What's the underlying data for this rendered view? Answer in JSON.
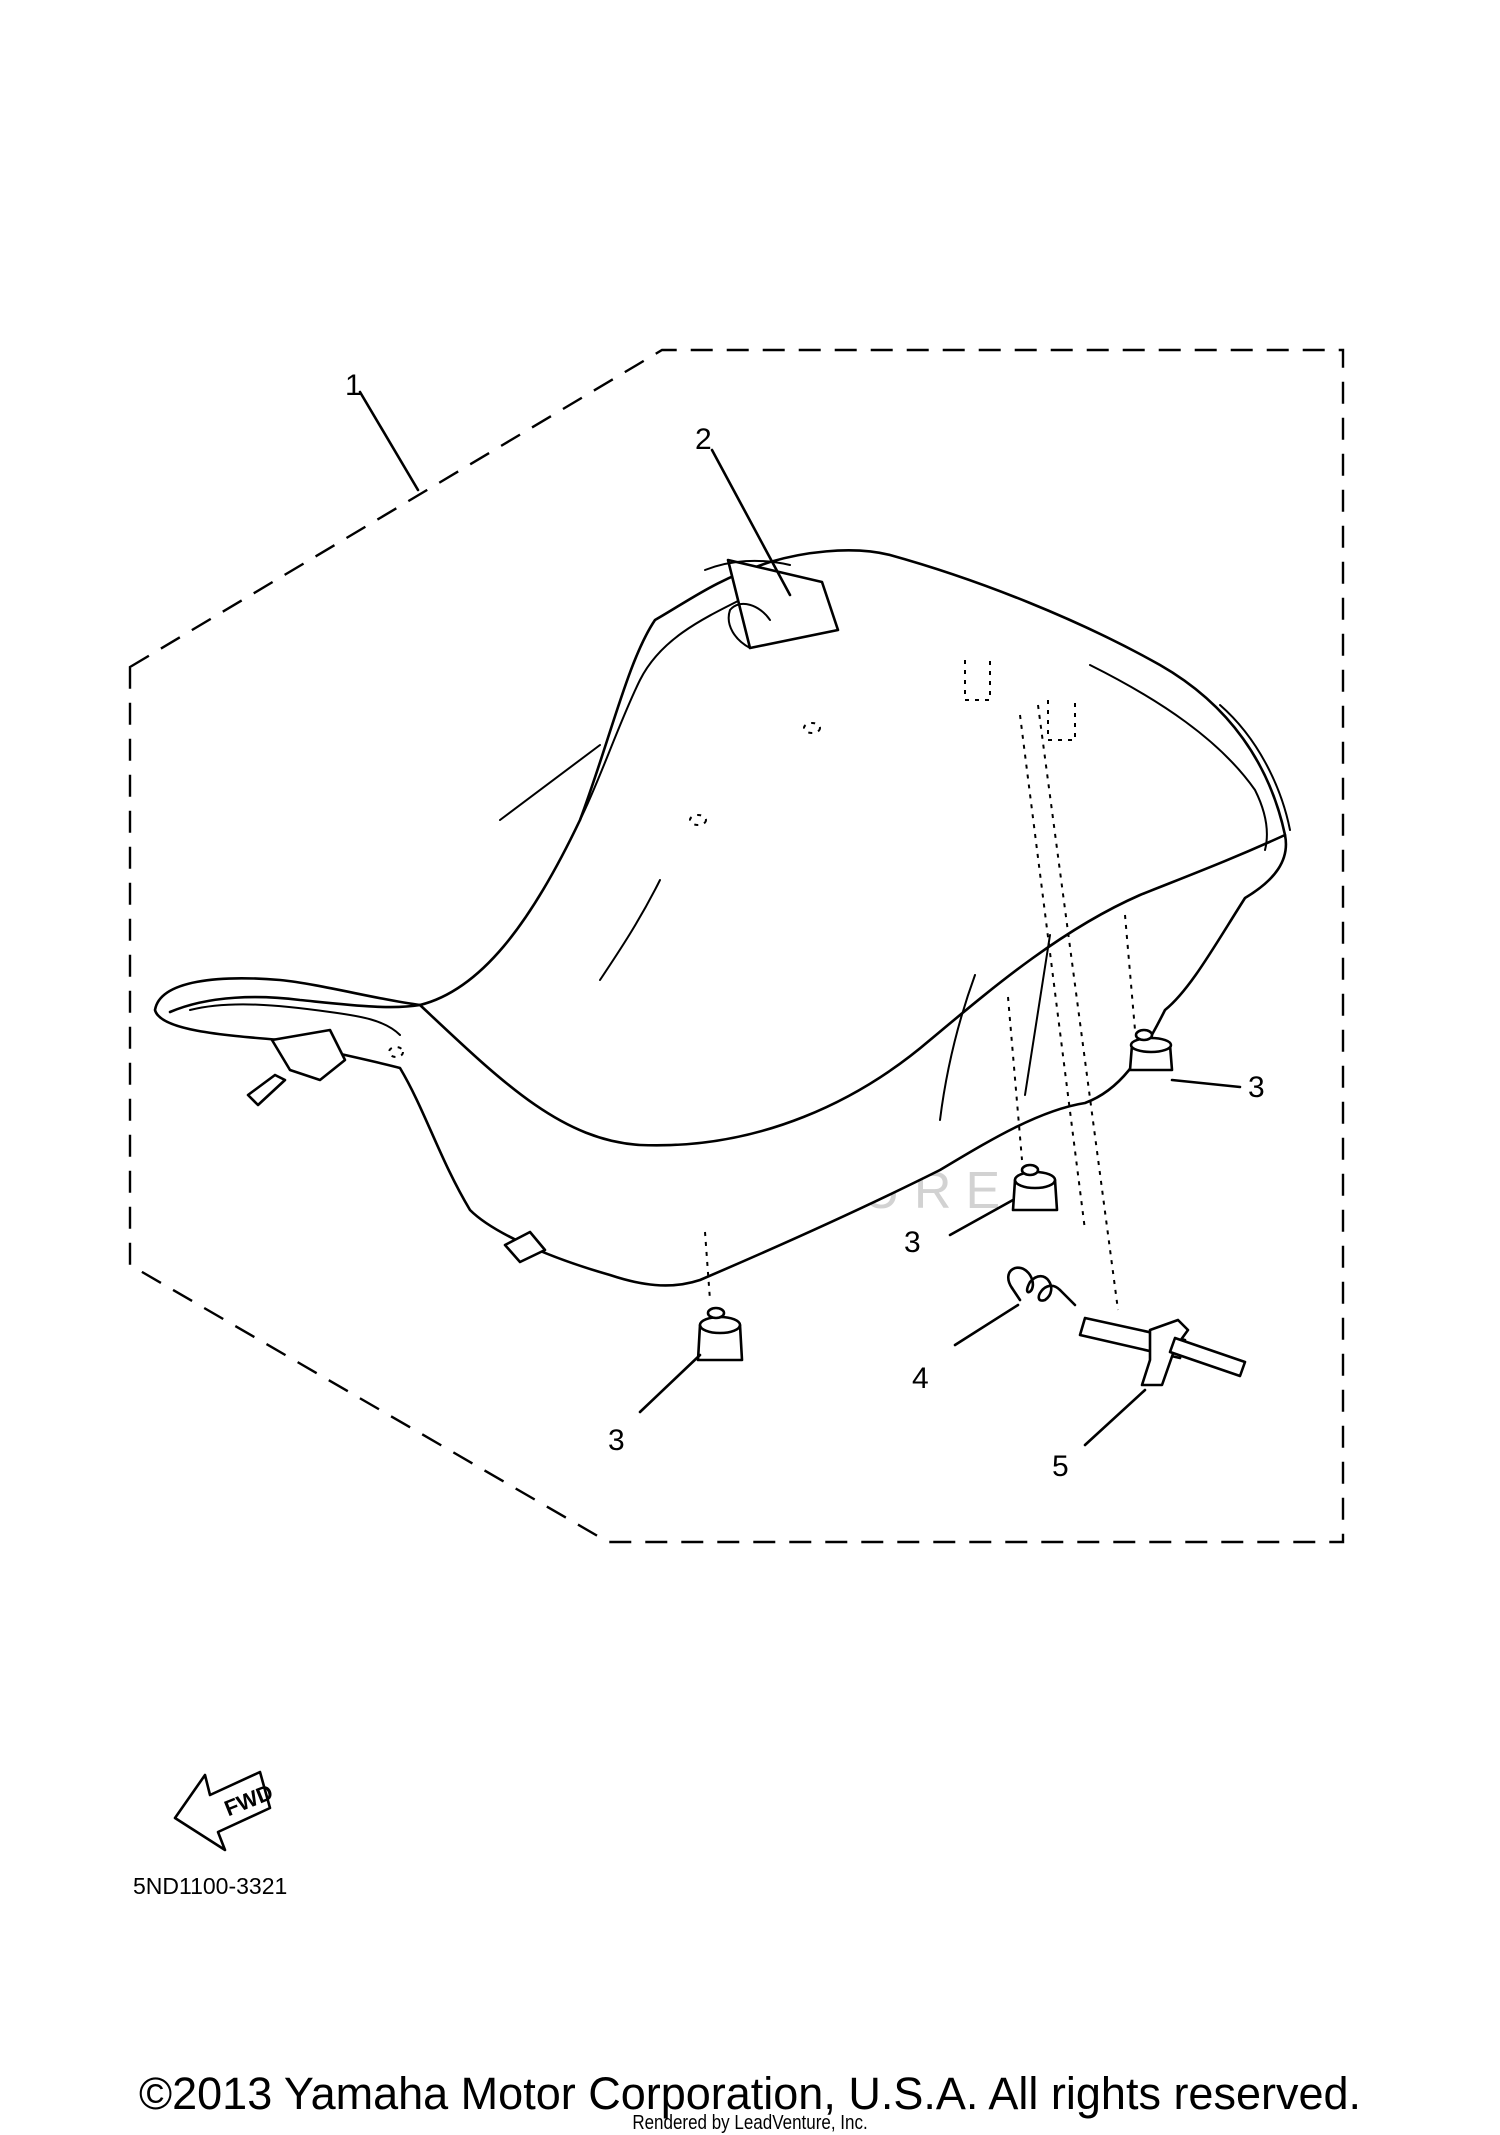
{
  "diagram": {
    "callouts": {
      "c1": "1",
      "c2": "2",
      "c3a": "3",
      "c3b": "3",
      "c3c": "3",
      "c4": "4",
      "c5": "5"
    },
    "fwd_label": "FWD",
    "part_number": "5ND1100-3321",
    "watermark": "LEADVENTURE"
  },
  "footer": {
    "copyright": "©2013 Yamaha Motor Corporation, U.S.A. All rights reserved.",
    "rendered_by": "Rendered by LeadVenture, Inc."
  }
}
